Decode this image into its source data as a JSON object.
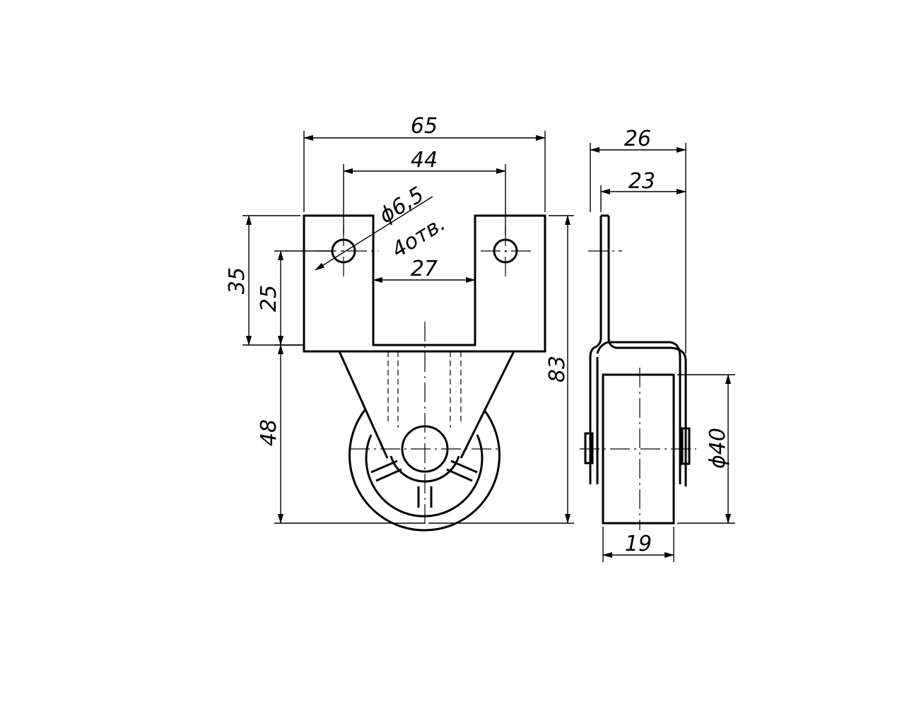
{
  "drawing": {
    "type": "technical drawing",
    "views": [
      "front",
      "side"
    ],
    "dimensions": {
      "overall_width": "65",
      "hole_spacing": "44",
      "slot_width": "27",
      "hole_diameter": "ϕ6,5",
      "hole_count": "4отв.",
      "plate_height": "35",
      "hole_height": "25",
      "wheel_height": "48",
      "overall_height": "83",
      "side_width": "26",
      "side_inner_width": "23",
      "wheel_diameter": "ϕ40",
      "wheel_width": "19"
    },
    "colors": {
      "line": "#000000",
      "background": "#ffffff"
    }
  }
}
